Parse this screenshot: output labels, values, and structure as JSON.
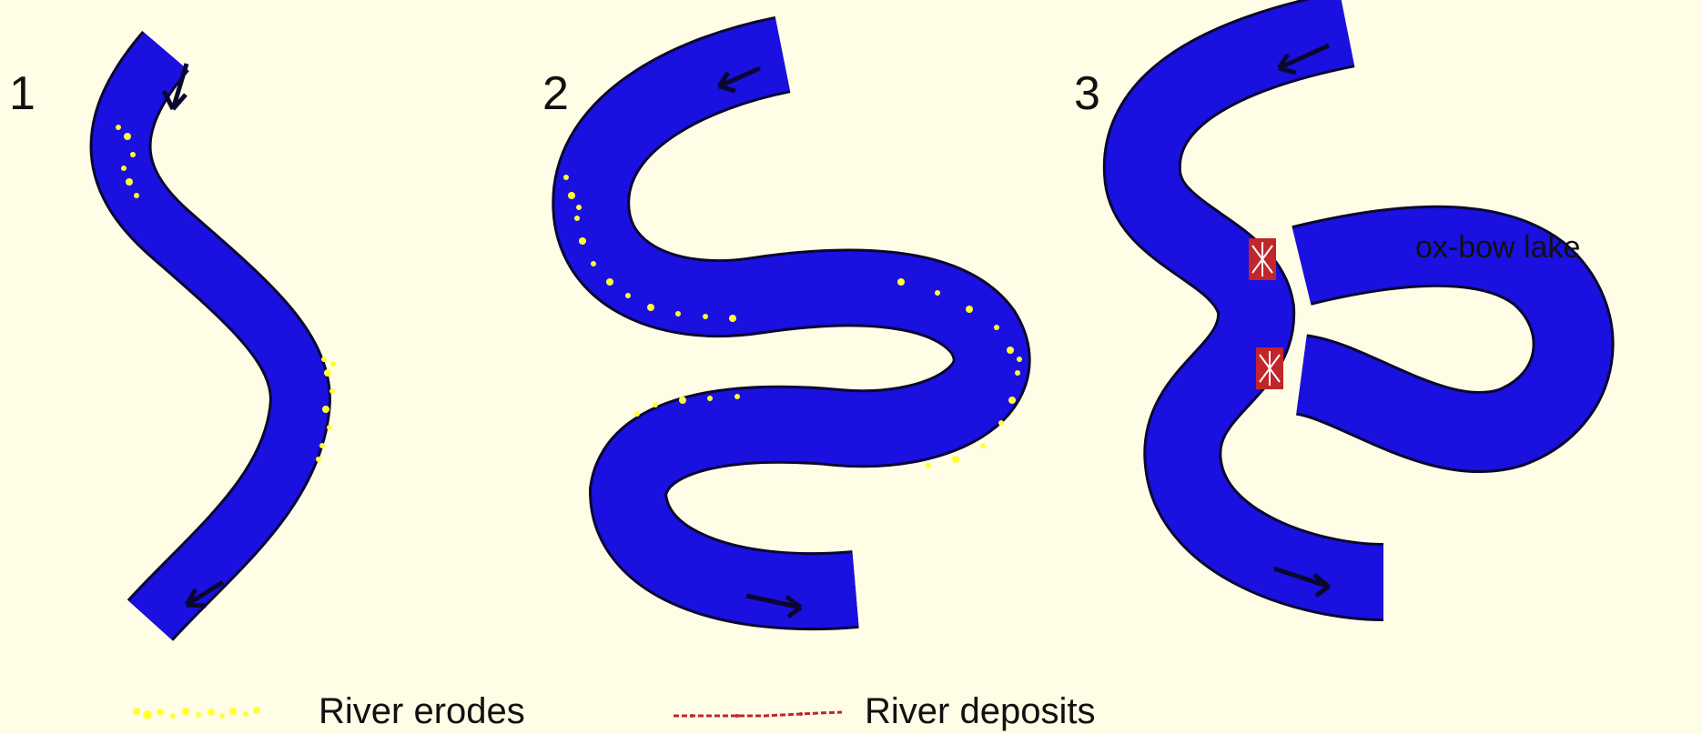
{
  "colors": {
    "background": "#fffde6",
    "river": "#1a10e0",
    "outline": "#0a0830",
    "erosion": "#ffff33",
    "deposit": "#c0262a",
    "text": "#111111"
  },
  "stages": [
    {
      "label": "1"
    },
    {
      "label": "2"
    },
    {
      "label": "3"
    }
  ],
  "annotation": {
    "oxbow": "ox-bow lake"
  },
  "legend": {
    "erodes": "River erodes",
    "deposits": "River deposits"
  }
}
